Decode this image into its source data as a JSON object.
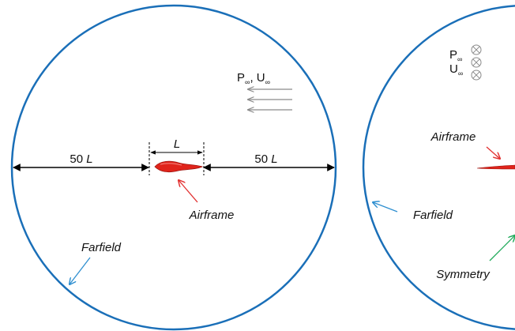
{
  "colors": {
    "boundary": "#1a6fb8",
    "airframe": "#e0241b",
    "airframe_pointer": "#e23030",
    "farfield_pointer": "#2f8fd0",
    "symmetry_pointer": "#1faa5a",
    "dimension": "#000000",
    "freestream_arrows": "#8a8a8a"
  },
  "left_view": {
    "dim_left": {
      "number": "50",
      "unit": "L"
    },
    "dim_right": {
      "number": "50",
      "unit": "L"
    },
    "dim_body": "L",
    "freestream": {
      "p": "P",
      "p_sub": "∞",
      "sep": ", ",
      "u": "U",
      "u_sub": "∞"
    },
    "airframe_label": "Airframe",
    "farfield_label": "Farfield"
  },
  "right_view": {
    "freestream": {
      "p": "P",
      "p_sub": "∞",
      "u": "U",
      "u_sub": "∞",
      "into_page_icon": "circled-x-icon"
    },
    "airframe_label": "Airframe",
    "farfield_label": "Farfield",
    "symmetry_label": "Symmetry"
  }
}
